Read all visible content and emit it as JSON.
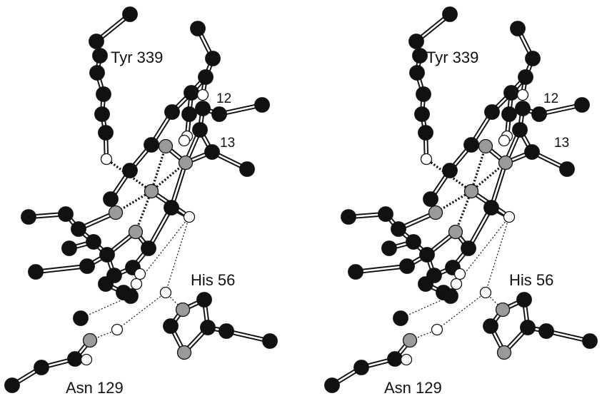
{
  "figure": {
    "panels": [
      "left",
      "right"
    ],
    "labels": {
      "tyr": "Tyr 339",
      "his": "His 56",
      "asn": "Asn 129",
      "n12": "12",
      "n13": "13"
    },
    "colors": {
      "carbon": "#111111",
      "nitrogen": "#9a9a9a",
      "oxygen": "#ffffff",
      "bond": "#111111",
      "background": "#ffffff"
    }
  }
}
